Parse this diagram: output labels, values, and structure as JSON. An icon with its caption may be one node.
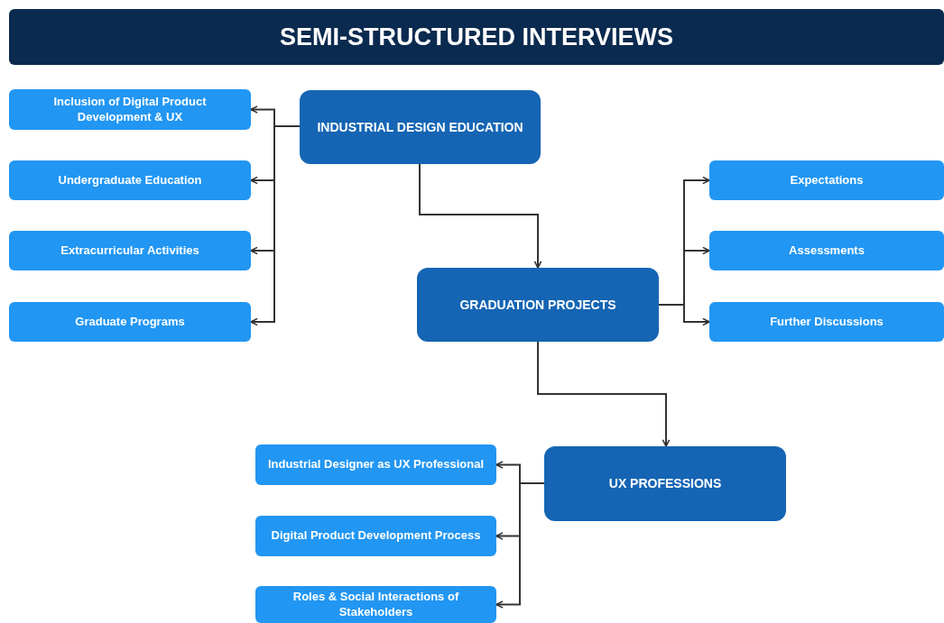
{
  "diagram": {
    "title": "SEMI-STRUCTURED INTERVIEWS",
    "nodes": [
      {
        "text": [
          "INDUSTRIAL DESIGN EDUCATION"
        ]
      },
      {
        "text": [
          "Inclusion of Digital Product Development & UX"
        ]
      },
      {
        "text": [
          "Undergraduate Education"
        ]
      },
      {
        "text": [
          "Extracurricular Activities"
        ]
      },
      {
        "text": [
          "Graduate Programs"
        ]
      },
      {
        "text": [
          "GRADUATION PROJECTS"
        ]
      },
      {
        "text": [
          "Expectations"
        ]
      },
      {
        "text": [
          "Assessments"
        ]
      },
      {
        "text": [
          "Further Discussions"
        ]
      },
      {
        "text": [
          "UX PROFESSIONS"
        ]
      },
      {
        "text": [
          "Industrial Designer as UX Professional"
        ]
      },
      {
        "text": [
          "Digital Product Development Process"
        ]
      },
      {
        "text": [
          "Roles & Social Interactions of Stakeholders"
        ]
      }
    ],
    "edges": [
      {
        "from": 0,
        "to": 1,
        "arrow": "to"
      },
      {
        "from": 0,
        "to": 2,
        "arrow": "to"
      },
      {
        "from": 0,
        "to": 3,
        "arrow": "to"
      },
      {
        "from": 0,
        "to": 4,
        "arrow": "to"
      },
      {
        "from": 0,
        "to": 5,
        "arrow": "to"
      },
      {
        "from": 5,
        "to": 6,
        "arrow": "to"
      },
      {
        "from": 5,
        "to": 7,
        "arrow": "to"
      },
      {
        "from": 5,
        "to": 8,
        "arrow": "to"
      },
      {
        "from": 5,
        "to": 9,
        "arrow": "to"
      },
      {
        "from": 9,
        "to": 10,
        "arrow": "to"
      },
      {
        "from": 9,
        "to": 11,
        "arrow": "to"
      },
      {
        "from": 9,
        "to": 12,
        "arrow": "to"
      }
    ]
  }
}
